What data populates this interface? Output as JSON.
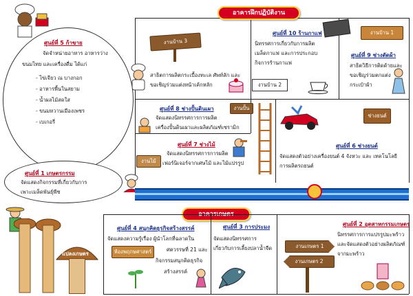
{
  "banners": {
    "top": "อาคารฝึกปฏิบัติงาน",
    "bottom": "อาคารเกษตร"
  },
  "station5": {
    "title": "ศูนย์ที่ 5 ก้าขาย",
    "lines": [
      "จัดจำหน่ายอาหาร อาหารว่าง",
      "ขนมไทย และเครื่องดื่ม ได้แก่"
    ],
    "items": [
      "- ไข่เจียว ณ บางกอก",
      "- อาหารพื้นในสยาม",
      "- น้ำผลไม้สดใส",
      "- ขนมหวานเมืองเพชร",
      "- เบเกอรี่"
    ]
  },
  "station1": {
    "title": "ศูนย์ที่ 1 เกษตรกรรม",
    "lines": [
      "จัดแสดงกิจกรรมที่เกี่ยวกับการ",
      "เพาะเมล็ดพันธุ์พืช"
    ]
  },
  "station3_board": {
    "sign": "งานบ้าน 3",
    "lines": [
      "สาธิตการผลิตกระเบื้องทะเล ศัพท์ลัก และ",
      "ขอเชิญร่วมแต่งหน้าเค้กหลัก"
    ]
  },
  "station10": {
    "title": "ศูนย์ที่ 10 ร้านกาแฟ",
    "lines": [
      "นิทรรศการเกี่ยวกับการผลิต",
      "เมล็ดกาแฟ และการประกอบ",
      "กิจการร้านกาแฟ"
    ],
    "sign": "งานบ้าน 2"
  },
  "station9": {
    "sign": "งานบ้าน 1",
    "title": "ศูนย์ที่ 9 ช่างตัดผ้า",
    "lines": [
      "สาธิตวิธีการติดด้ายและ",
      "ขอเชิญร่วมตกแต่ง",
      "กระเป๋าผ้า"
    ]
  },
  "station8": {
    "title": "ศูนย์ที่ 8 ช่างปั้นดินเผา",
    "lines": [
      "จัดแสดงนิทรรศการการผลิต",
      "เครื่องปั้นดินเผาและผลิตภัณฑ์เซรามิก"
    ],
    "sign": "งานปั้น"
  },
  "station7": {
    "title": "ศูนย์ที่ 7 ช่างไม้",
    "lines": [
      "จัดแสดงนิทรรศการการผลิต",
      "เฟอร์นิเจอร์จากเศษไม้ และไม้แปรรูป"
    ],
    "sign": "งานไม้"
  },
  "station6": {
    "sign": "ช่างยนต์",
    "title": "ศูนย์ที่ 6 ช่างยนต์",
    "lines": [
      "จัดแสดงตัวอย่างเครื่องยนต์ 4 จังหวะ และ เทคโนโลยี",
      "การผลิตรถยนต์"
    ]
  },
  "station4": {
    "title": "ศูนย์ที่ 4 สนุกคิดธุรกิจสร้างสรรค์",
    "lines": [
      "จัดแสดงความรู้เรื่อง ผู้นำโลกที่ฉลาดใน",
      "ศตวรรษที่ 21 และ",
      "กิจกรรมสนุกคิดธุรกิจ",
      "สร้างสรรค์"
    ],
    "sign": "ห้องพฤกษศาสตร์"
  },
  "station3": {
    "title": "ศูนย์ที่ 3 การประมง",
    "lines": [
      "จัดแสดงนิทรรศการ",
      "เกี่ยวกับการเลี้ยงปลาน้ำจืด"
    ]
  },
  "station2": {
    "title": "ศูนย์ที่ 2 อุตสาหกรรมเกษตร",
    "lines": [
      "นิทรรศการการแปรรูปมะพร้าว",
      "และจัดแสดงตัวอย่างผลิตภัณฑ์",
      "จากมะพร้าว"
    ],
    "signs": [
      "งานเกษตร 1",
      "งานเกษตร 2"
    ]
  },
  "mushroom_sign": "แปลงเกษตร",
  "colors": {
    "banner": "#d4001f",
    "banner_border": "#ffcf3a",
    "title": "#1a2f8a",
    "wood": "#8a5a2c",
    "river": "#1e6fd0"
  }
}
